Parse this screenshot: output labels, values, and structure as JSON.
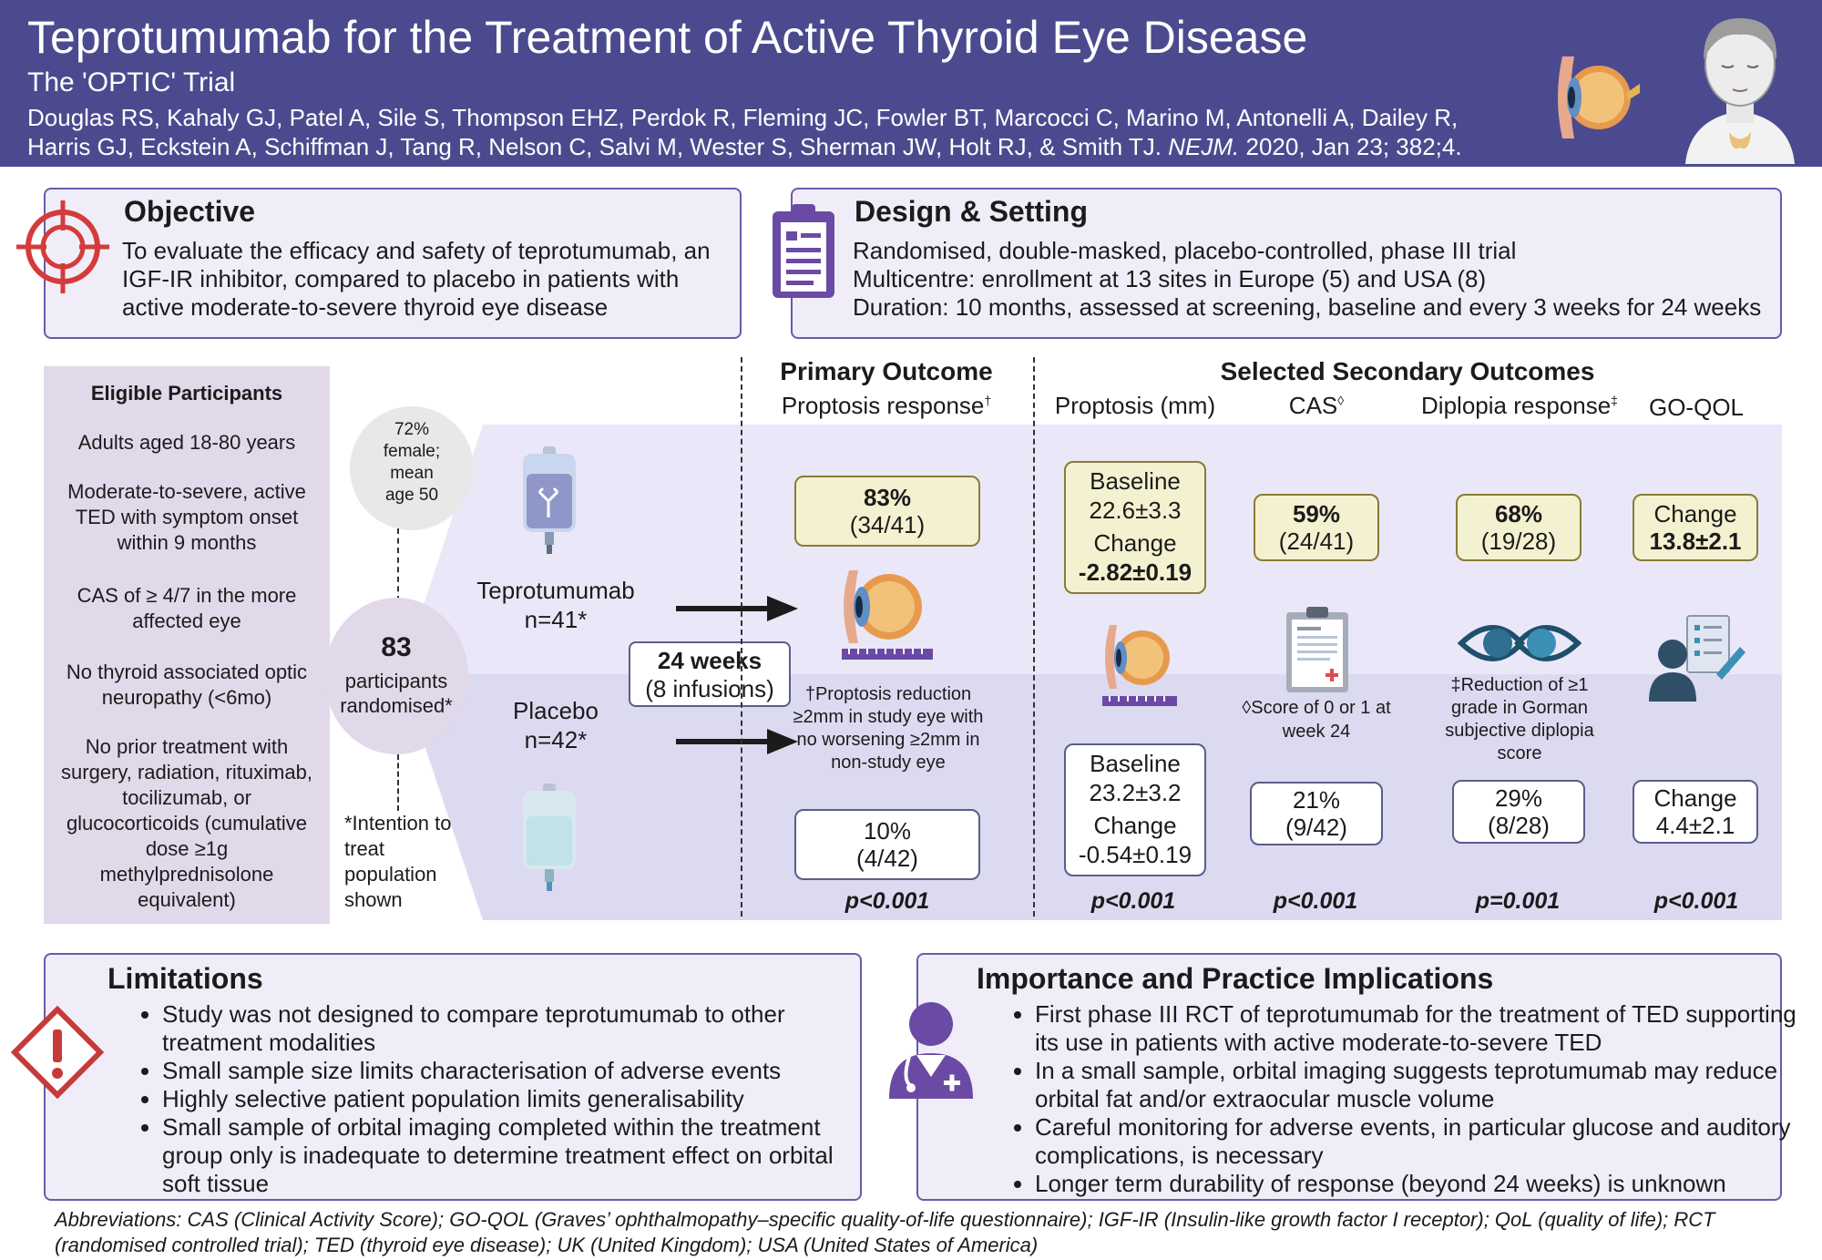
{
  "header": {
    "title": "Teprotumumab for the Treatment of Active Thyroid Eye Disease",
    "subtitle": "The 'OPTIC' Trial",
    "authors_line1": "Douglas RS, Kahaly GJ, Patel A, Sile S, Thompson EHZ, Perdok R, Fleming JC, Fowler BT, Marcocci C, Marino M, Antonelli A, Dailey R,",
    "authors_line2_plain": "Harris GJ, Eckstein A, Schiffman J, Tang R, Nelson C, Salvi M, Wester S, Sherman JW, Holt RJ, & Smith TJ.",
    "journal": "NEJM.",
    "citation": "2020, Jan 23;  382;4."
  },
  "objective": {
    "heading": "Objective",
    "text": "To evaluate the efficacy and safety of teprotumumab, an IGF-IR inhibitor, compared to placebo in patients with active moderate-to-severe thyroid eye disease"
  },
  "design": {
    "heading": "Design & Setting",
    "lines": [
      "Randomised, double-masked, placebo-controlled, phase III trial",
      "Multicentre: enrollment at 13 sites in Europe (5) and USA (8)",
      "Duration: 10 months, assessed at screening, baseline and every 3 weeks for 24 weeks"
    ]
  },
  "eligible": {
    "heading": "Eligible Participants",
    "items": [
      "Adults aged 18-80 years",
      "Moderate-to-severe, active TED with symptom onset within 9 months",
      "CAS of ≥ 4/7 in the more affected eye",
      "No thyroid associated optic neuropathy (<6mo)",
      "No prior treatment with surgery, radiation, rituximab, tocilizumab, or glucocorticoids (cumulative dose ≥1g methylprednisolone equivalent)"
    ]
  },
  "demographics": "72% female; mean age 50",
  "randomised": {
    "count": "83",
    "label": "participants randomised*"
  },
  "itt_note": "*Intention to treat population shown",
  "arms": {
    "treatment": {
      "name": "Teprotumumab",
      "n": "n=41*"
    },
    "placebo": {
      "name": "Placebo",
      "n": "n=42*"
    }
  },
  "duration_box": {
    "weeks": "24 weeks",
    "infusions": "(8 infusions)"
  },
  "primary": {
    "heading": "Primary Outcome",
    "subheading": "Proptosis response",
    "dagger": "†",
    "treatment_pct": "83%",
    "treatment_frac": "(34/41)",
    "placebo_pct": "10%",
    "placebo_frac": "(4/42)",
    "footnote": "†Proptosis reduction ≥2mm in study eye with no worsening ≥2mm in non-study eye",
    "p": "p<0.001"
  },
  "secondary": {
    "heading": "Selected Secondary Outcomes",
    "proptosis": {
      "label": "Proptosis (mm)",
      "t_baseline_label": "Baseline",
      "t_baseline": "22.6±3.3",
      "t_change_label": "Change",
      "t_change": "-2.82±0.19",
      "p_baseline_label": "Baseline",
      "p_baseline": "23.2±3.2",
      "p_change_label": "Change",
      "p_change": "-0.54±0.19",
      "p": "p<0.001"
    },
    "cas": {
      "label": "CAS",
      "mark": "◊",
      "t_pct": "59%",
      "t_frac": "(24/41)",
      "p_pct": "21%",
      "p_frac": "(9/42)",
      "footnote": "◊Score of 0 or 1 at week 24",
      "p": "p<0.001"
    },
    "diplopia": {
      "label": "Diplopia response",
      "mark": "‡",
      "t_pct": "68%",
      "t_frac": "(19/28)",
      "p_pct": "29%",
      "p_frac": "(8/28)",
      "footnote": "‡Reduction of ≥1 grade in Gorman subjective diplopia score",
      "p": "p=0.001"
    },
    "goqol": {
      "label": "GO-QOL",
      "t_label": "Change",
      "t_value": "13.8±2.1",
      "p_label": "Change",
      "p_value": "4.4±2.1",
      "p": "p<0.001"
    }
  },
  "limitations": {
    "heading": "Limitations",
    "items": [
      "Study was not designed to compare teprotumumab to other treatment modalities",
      "Small sample size limits characterisation of adverse events",
      "Highly selective patient population limits generalisability",
      "Small sample of orbital imaging completed within the treatment group only is inadequate to determine treatment effect on orbital soft tissue"
    ]
  },
  "implications": {
    "heading": "Importance and Practice Implications",
    "items": [
      "First phase III RCT of teprotumumab for the treatment of TED supporting its use in patients with active moderate-to-severe TED",
      "In a small sample, orbital imaging suggests teprotumumab may reduce orbital fat and/or extraocular muscle volume",
      "Careful monitoring for adverse events, in particular glucose and auditory complications, is necessary",
      "Longer term durability of response (beyond 24 weeks) is unknown"
    ]
  },
  "abbreviations": "Abbreviations: CAS (Clinical Activity Score); GO-QOL (Graves’ ophthalmopathy–specific quality-of-life questionnaire); IGF-IR (Insulin-like growth factor I receptor); QoL (quality of life); RCT (randomised controlled trial); TED (thyroid eye disease); UK (United Kingdom); USA (United States of America)",
  "colors": {
    "header": "#4c4a8f",
    "card_bg": "#f0edf9",
    "card_border": "#6b5aa8",
    "eligible_bg": "#e1d8ea",
    "treatment_band": "#eae8f8",
    "placebo_band": "#dcdaf0",
    "yellow_box": "#f4f1d0",
    "target_red": "#d43b3b",
    "icon_purple": "#6b4aa5"
  },
  "icons": [
    "eye-anatomy-icon",
    "patient-face-icon",
    "target-icon",
    "clipboard-icon",
    "iv-bag-icon",
    "eye-ruler-icon",
    "checklist-clipboard-icon",
    "double-vision-eyes-icon",
    "questionnaire-person-icon",
    "warning-icon",
    "doctor-icon"
  ]
}
